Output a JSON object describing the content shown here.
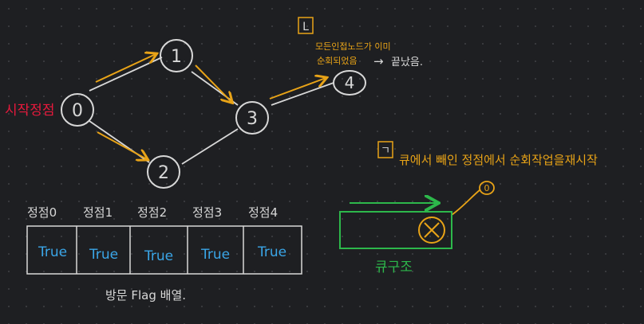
{
  "colors": {
    "background": "#1e1f22",
    "line": "#d8d8d8",
    "highlight": "#e8a317",
    "start_label": "#e8193c",
    "true_text": "#3aa6e8",
    "queue": "#2db84b"
  },
  "graph": {
    "start_label": "시작정점",
    "nodes": [
      {
        "id": "0",
        "label": "0"
      },
      {
        "id": "1",
        "label": "1"
      },
      {
        "id": "2",
        "label": "2"
      },
      {
        "id": "3",
        "label": "3"
      },
      {
        "id": "4",
        "label": "4"
      }
    ]
  },
  "note_l": {
    "marker": "L",
    "line1": "모든인접노드가 이미",
    "line2": "순회되었음",
    "arrow": "→",
    "result": "끝났음."
  },
  "note_g": {
    "marker": "ㄱ",
    "text": "큐에서 빼인 정점에서  순회작업을재시작",
    "badge": "0"
  },
  "flag_array": {
    "headers": [
      "정점0",
      "정점1",
      "정점2",
      "정점3",
      "정점4"
    ],
    "values": [
      "True",
      "True",
      "True",
      "True",
      "True"
    ],
    "caption": "방문 Flag 배열."
  },
  "queue": {
    "label": "큐구조"
  }
}
